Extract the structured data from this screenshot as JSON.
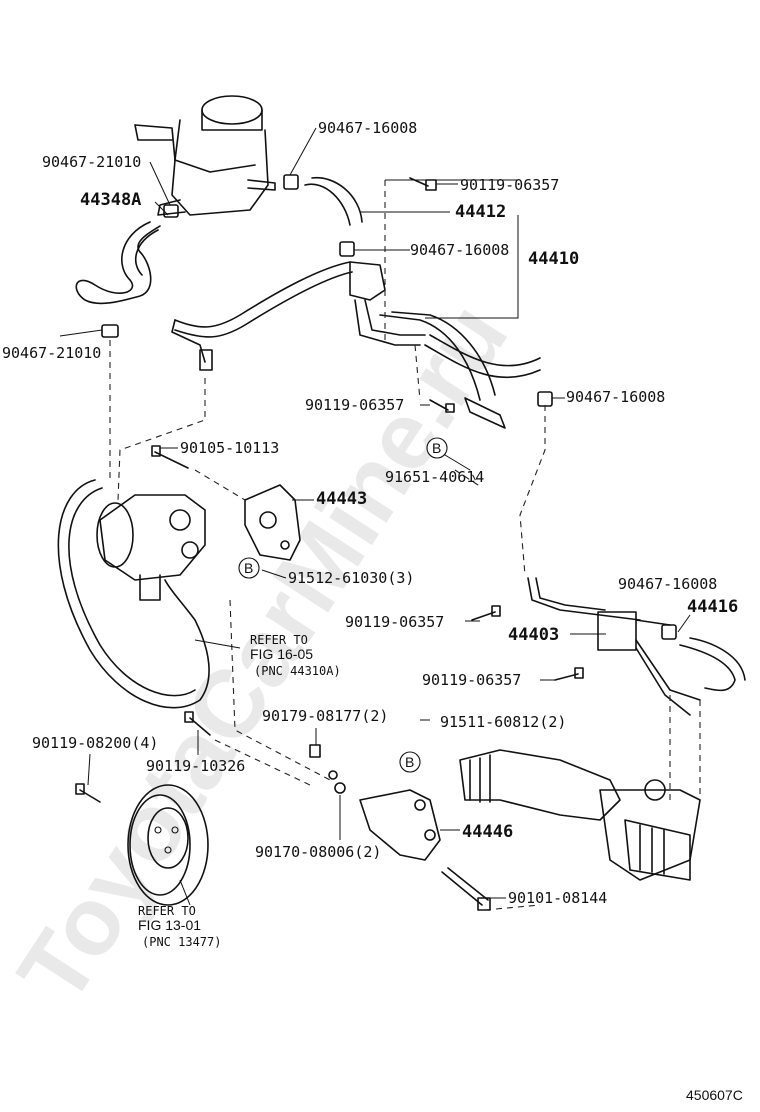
{
  "watermark": "ToyotaCarMine.ru",
  "diagram_code": "450607C",
  "labels": {
    "l_90467_16008_top": "90467-16008",
    "l_90467_21010_top": "90467-21010",
    "l_44348A": "44348A",
    "l_90119_06357_a": "90119-06357",
    "l_44412": "44412",
    "l_90467_16008_mid": "90467-16008",
    "l_44410": "44410",
    "l_90467_21010_left": "90467-21010",
    "l_90119_06357_b": "90119-06357",
    "l_90467_16008_right": "90467-16008",
    "l_91651_40614": "91651-40614",
    "l_90105_10113": "90105-10113",
    "l_44443": "44443",
    "l_91512_61030": "91512-61030(3)",
    "l_90467_16008_low": "90467-16008",
    "l_44416": "44416",
    "l_90119_06357_c": "90119-06357",
    "l_44403": "44403",
    "l_90119_06357_d": "90119-06357",
    "l_refer_to_1": "REFER TO",
    "l_fig_16_05": "FIG 16-05",
    "l_pnc_44310A": "(PNC 44310A)",
    "l_90179_08177": "90179-08177(2)",
    "l_91511_60812": "91511-60812(2)",
    "l_90119_08200": "90119-08200(4)",
    "l_90119_10326": "90119-10326",
    "l_44446": "44446",
    "l_90170_08006": "90170-08006(2)",
    "l_90101_08144": "90101-08144",
    "l_refer_to_2": "REFER TO",
    "l_fig_13_01": "FIG 13-01",
    "l_pnc_13477": "(PNC 13477)",
    "b_marker_1": "B",
    "b_marker_2": "B",
    "b_marker_3": "B"
  }
}
